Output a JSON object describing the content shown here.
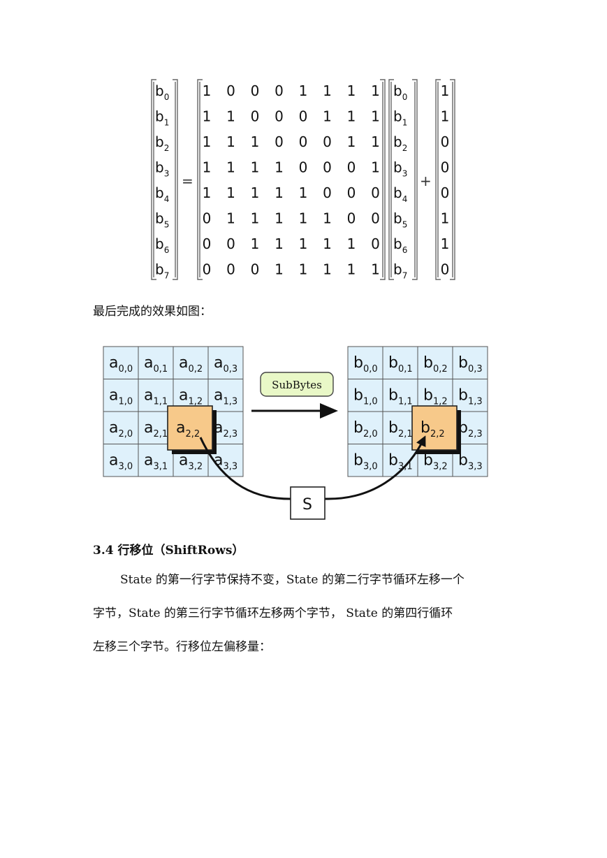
{
  "equation": {
    "lhs": [
      [
        "b",
        "0"
      ],
      [
        "b",
        "1"
      ],
      [
        "b",
        "2"
      ],
      [
        "b",
        "3"
      ],
      [
        "b",
        "4"
      ],
      [
        "b",
        "5"
      ],
      [
        "b",
        "6"
      ],
      [
        "b",
        "7"
      ]
    ],
    "equals": "=",
    "matrix": [
      [
        "1",
        "0",
        "0",
        "0",
        "1",
        "1",
        "1",
        "1"
      ],
      [
        "1",
        "1",
        "0",
        "0",
        "0",
        "1",
        "1",
        "1"
      ],
      [
        "1",
        "1",
        "1",
        "0",
        "0",
        "0",
        "1",
        "1"
      ],
      [
        "1",
        "1",
        "1",
        "1",
        "0",
        "0",
        "0",
        "1"
      ],
      [
        "1",
        "1",
        "1",
        "1",
        "1",
        "0",
        "0",
        "0"
      ],
      [
        "0",
        "1",
        "1",
        "1",
        "1",
        "1",
        "0",
        "0"
      ],
      [
        "0",
        "0",
        "1",
        "1",
        "1",
        "1",
        "1",
        "0"
      ],
      [
        "0",
        "0",
        "0",
        "1",
        "1",
        "1",
        "1",
        "1"
      ]
    ],
    "vector": [
      [
        "b",
        "0"
      ],
      [
        "b",
        "1"
      ],
      [
        "b",
        "2"
      ],
      [
        "b",
        "3"
      ],
      [
        "b",
        "4"
      ],
      [
        "b",
        "5"
      ],
      [
        "b",
        "6"
      ],
      [
        "b",
        "7"
      ]
    ],
    "plus": "+",
    "constant": [
      "1",
      "1",
      "0",
      "0",
      "0",
      "1",
      "1",
      "0"
    ]
  },
  "caption": "最后完成的效果如图：",
  "diagram": {
    "state_a": [
      [
        [
          "a",
          "0,0"
        ],
        [
          "a",
          "0,1"
        ],
        [
          "a",
          "0,2"
        ],
        [
          "a",
          "0,3"
        ]
      ],
      [
        [
          "a",
          "1,0"
        ],
        [
          "a",
          "1,1"
        ],
        [
          "a",
          "1,2"
        ],
        [
          "a",
          "1,3"
        ]
      ],
      [
        [
          "a",
          "2,0"
        ],
        [
          "a",
          "2,1"
        ],
        [
          "a",
          "2,2"
        ],
        [
          "a",
          "2,3"
        ]
      ],
      [
        [
          "a",
          "3,0"
        ],
        [
          "a",
          "3,1"
        ],
        [
          "a",
          "3,2"
        ],
        [
          "a",
          "3,3"
        ]
      ]
    ],
    "state_b": [
      [
        [
          "b",
          "0,0"
        ],
        [
          "b",
          "0,1"
        ],
        [
          "b",
          "0,2"
        ],
        [
          "b",
          "0,3"
        ]
      ],
      [
        [
          "b",
          "1,0"
        ],
        [
          "b",
          "1,1"
        ],
        [
          "b",
          "1,2"
        ],
        [
          "b",
          "1,3"
        ]
      ],
      [
        [
          "b",
          "2,0"
        ],
        [
          "b",
          "2,1"
        ],
        [
          "b",
          "2,2"
        ],
        [
          "b",
          "2,3"
        ]
      ],
      [
        [
          "b",
          "3,0"
        ],
        [
          "b",
          "3,1"
        ],
        [
          "b",
          "3,2"
        ],
        [
          "b",
          "3,3"
        ]
      ]
    ],
    "highlight_row": 2,
    "highlight_col": 2,
    "step_label": "SubBytes",
    "sbox_label": "S",
    "colors": {
      "cell": "#dff1fb",
      "highlight": "#f7c98a",
      "step": "#e9f8c7"
    }
  },
  "section": {
    "heading": "3.4  行移位（ShiftRows）",
    "lines": [
      "State  的第一行字节保持不变，State  的第二行字节循环左移一个",
      "字节，State 的第三行字节循环左移两个字节，  State  的第四行循环",
      "左移三个字节。行移位左偏移量："
    ]
  }
}
